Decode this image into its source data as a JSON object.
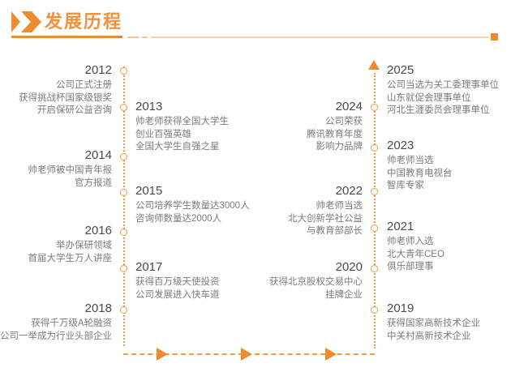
{
  "header": {
    "title": "发展历程",
    "chevron_icon": "double-chevron-right-icon",
    "accent_color": "#F08A2E",
    "rule_light_color": "#F9D2AC"
  },
  "theme": {
    "accent": "#F08A2E",
    "axis": "#F29A42",
    "year_text": "#4a4a4a",
    "desc_text": "#7b7b7b"
  },
  "timeline": {
    "columns": [
      {
        "id": "column-1",
        "align": "right",
        "entries": [
          {
            "year": "2012",
            "lines": [
              "公司正式注册",
              "获得挑战杯国家级银奖",
              "开启保研公益咨询"
            ]
          },
          {
            "year": "2014",
            "lines": [
              "帅老师被中国青年报",
              "官方报道"
            ]
          },
          {
            "year": "2016",
            "lines": [
              "举办保研领域",
              "首届大学生万人讲座"
            ]
          },
          {
            "year": "2018",
            "lines": [
              "获得千万级A轮融资",
              "公司一举成为行业头部企业"
            ]
          }
        ]
      },
      {
        "id": "column-2",
        "align": "left",
        "entries": [
          {
            "year": "2013",
            "lines": [
              "帅老师获得全国大学生",
              "创业百强英雄",
              "全国大学生自强之星"
            ]
          },
          {
            "year": "2015",
            "lines": [
              "公司培养学生数量达3000人",
              "咨询师数量达2000人"
            ]
          },
          {
            "year": "2017",
            "lines": [
              "获得百万级天使投资",
              "公司发展进入快车道"
            ]
          }
        ]
      },
      {
        "id": "column-3",
        "align": "right",
        "entries": [
          {
            "year": "2024",
            "lines": [
              "公司荣获",
              "腾讯教育年度",
              "影响力品牌"
            ]
          },
          {
            "year": "2022",
            "lines": [
              "帅老师当选",
              "北大创新学社公益",
              "与教育部部长"
            ]
          },
          {
            "year": "2020",
            "lines": [
              "获得北京股权交易中心",
              "挂牌企业"
            ]
          }
        ]
      },
      {
        "id": "column-4",
        "align": "left",
        "entries": [
          {
            "year": "2025",
            "lines": [
              "公司当选为关工委理事单位",
              "山东就促会理事单位",
              "河北生涯委员会理事单位"
            ]
          },
          {
            "year": "2023",
            "lines": [
              "帅老师当选",
              "中国教育电视台",
              "智库专家"
            ]
          },
          {
            "year": "2021",
            "lines": [
              "帅老师入选",
              "北大青年CEO",
              "俱乐部理事"
            ]
          },
          {
            "year": "2019",
            "lines": [
              "获得国家高新技术企业",
              "中关村高新技术企业"
            ]
          }
        ]
      }
    ]
  }
}
